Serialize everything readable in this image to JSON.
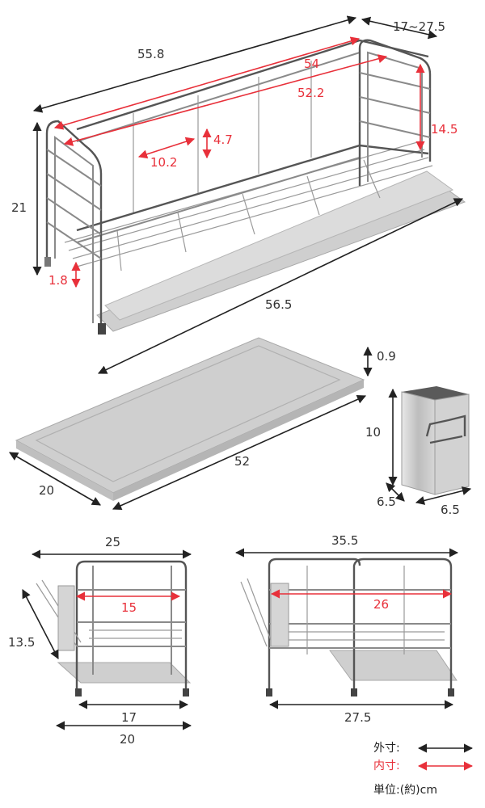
{
  "dimensions": {
    "outer_length_top": "55.8",
    "depth_range": "17~27.5",
    "inner_length_54": "54",
    "inner_length_52_2": "52.2",
    "inner_height": "14.5",
    "divider_height": "4.7",
    "divider_width": "10.2",
    "height": "21",
    "foot_height": "1.8",
    "base_length": "56.5",
    "tray_thickness": "0.9",
    "tray_length": "52",
    "tray_width": "20",
    "cup_height": "10",
    "cup_depth": "6.5",
    "cup_width": "6.5",
    "side_top_width": "25",
    "side_inner_width": "15",
    "side_slant_height": "13.5",
    "side_base_inner": "17",
    "side_base_outer": "20",
    "ext_top_width": "35.5",
    "ext_inner_width": "26",
    "ext_base_width": "27.5"
  },
  "legend": {
    "outer_label": "外寸:",
    "inner_label": "内寸:",
    "unit_label": "単位:(約)cm"
  },
  "colors": {
    "outer_arrow": "#222222",
    "inner_arrow": "#e8303a"
  }
}
